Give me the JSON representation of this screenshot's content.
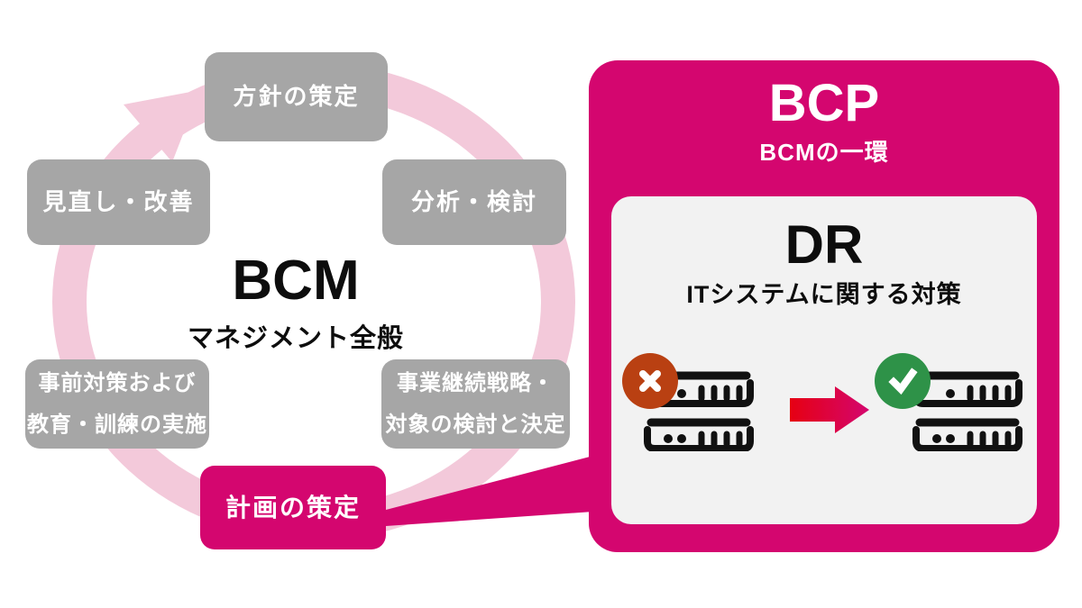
{
  "colors": {
    "magenta": "#d4066f",
    "pink_ring": "#f3c9da",
    "gray_box": "#a6a6a6",
    "card_bg": "#f2f2f2",
    "error_red": "#b94012",
    "success_green": "#2e9248",
    "arrow_red": "#e60012",
    "icon_black": "#111111"
  },
  "cycle": {
    "center_title": "BCM",
    "center_subtitle": "マネジメント全般",
    "steps": [
      {
        "id": "policy",
        "lines": [
          "方針の策定"
        ],
        "highlighted": false
      },
      {
        "id": "analysis",
        "lines": [
          "分析・検討"
        ],
        "highlighted": false
      },
      {
        "id": "strategy",
        "lines": [
          "事業継続戦略・",
          "対象の検討と決定"
        ],
        "highlighted": false
      },
      {
        "id": "planning",
        "lines": [
          "計画の策定"
        ],
        "highlighted": true
      },
      {
        "id": "preparation",
        "lines": [
          "事前対策および",
          "教育・訓練の実施"
        ],
        "highlighted": false
      },
      {
        "id": "review",
        "lines": [
          "見直し・改善"
        ],
        "highlighted": false
      }
    ]
  },
  "panel": {
    "title": "BCP",
    "subtitle": "BCMの一環",
    "card": {
      "title": "DR",
      "subtitle": "ITシステムに関する対策"
    }
  },
  "icons": {
    "cycle_arrowhead": "cycle-arrowhead-icon",
    "connector": "connector-wedge",
    "fail_badge": "x-mark-icon",
    "ok_badge": "check-mark-icon",
    "server": "server-stack-icon",
    "transition_arrow": "right-arrow-icon"
  }
}
